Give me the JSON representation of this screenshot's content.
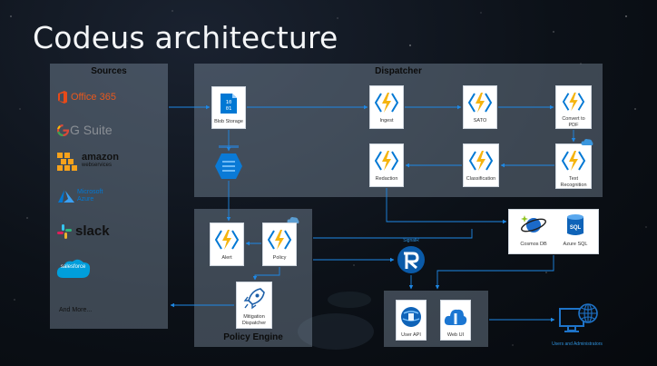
{
  "slide": {
    "title": "Codeus architecture"
  },
  "sources": {
    "title": "Sources",
    "items": [
      "Office 365",
      "G Suite",
      "amazon",
      "webservices",
      "Microsoft",
      "Azure",
      "slack",
      "salesforce"
    ],
    "more": "And More..."
  },
  "dispatcher": {
    "title": "Dispatcher",
    "blob": "Blob Storage",
    "ingest": "Ingest",
    "sato": "SATO",
    "convert": "Convert to PDF",
    "redaction": "Redaction",
    "classification": "Classification",
    "text_recognition": "Text Recognition"
  },
  "policy_engine": {
    "title": "Policy Engine",
    "alert": "Alert",
    "policy": "Policy",
    "mitigation": "Mitigation Dispatcher"
  },
  "storage": {
    "cosmos": "Cosmos DB",
    "sql": "Azure SQL",
    "sql_glyph": "SQL"
  },
  "signalr": {
    "label": "SignalR"
  },
  "web": {
    "api": "User API",
    "ui": "Web UI"
  },
  "users": {
    "label": "Users and Administrators"
  },
  "colors": {
    "azure_blue": "#0078d4",
    "function_yellow": "#f5b40f",
    "panel": "#98a8bb"
  }
}
